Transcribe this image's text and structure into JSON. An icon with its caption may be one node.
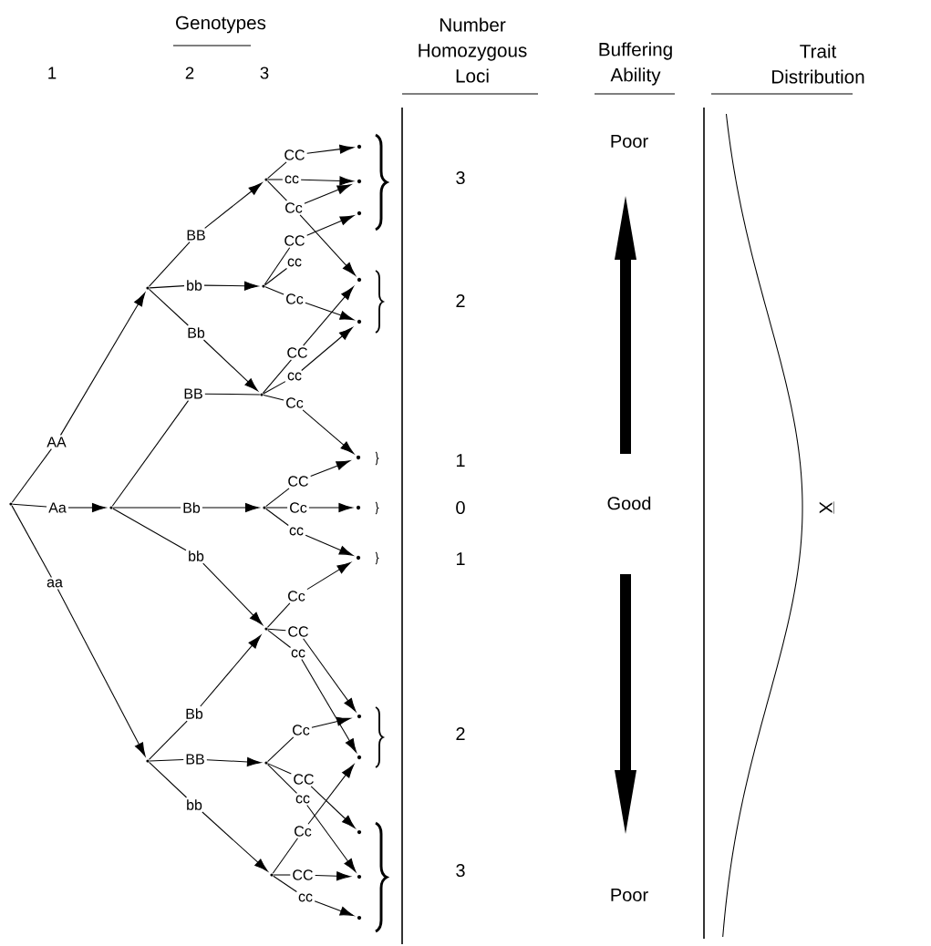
{
  "diagram": {
    "nodes": [
      {
        "text": [
          "AA"
        ]
      },
      {
        "text": [
          "Aa"
        ]
      },
      {
        "text": [
          "aa"
        ]
      },
      {
        "text": [
          "BB"
        ]
      },
      {
        "text": [
          "bb"
        ]
      },
      {
        "text": [
          "Bb"
        ]
      },
      {
        "text": [
          "BB"
        ]
      },
      {
        "text": [
          "Bb"
        ]
      },
      {
        "text": [
          "bb"
        ]
      },
      {
        "text": [
          "Bb"
        ]
      },
      {
        "text": [
          "BB"
        ]
      },
      {
        "text": [
          "bb"
        ]
      },
      {
        "text": [
          "CC"
        ]
      },
      {
        "text": [
          "cc"
        ]
      },
      {
        "text": [
          "Cc"
        ]
      },
      {
        "text": [
          "CC"
        ]
      },
      {
        "text": [
          "cc"
        ]
      },
      {
        "text": [
          "Cc"
        ]
      },
      {
        "text": [
          "CC"
        ]
      },
      {
        "text": [
          "cc"
        ]
      },
      {
        "text": [
          "Cc"
        ]
      },
      {
        "text": [
          "CC"
        ]
      },
      {
        "text": [
          "Cc"
        ]
      },
      {
        "text": [
          "cc"
        ]
      },
      {
        "text": [
          "Cc"
        ]
      },
      {
        "text": [
          "CC"
        ]
      },
      {
        "text": [
          "cc"
        ]
      },
      {
        "text": [
          "Cc"
        ]
      },
      {
        "text": [
          "CC"
        ]
      },
      {
        "text": [
          "cc"
        ]
      },
      {
        "text": [
          "Cc"
        ]
      },
      {
        "text": [
          "CC"
        ]
      },
      {
        "text": [
          "cc"
        ]
      },
      {
        "text": [],
        "shape": "dot"
      },
      {
        "text": [],
        "shape": "dot"
      },
      {
        "text": [],
        "shape": "dot"
      },
      {
        "text": [],
        "shape": "dot"
      },
      {
        "text": [],
        "shape": "dot"
      },
      {
        "text": [],
        "shape": "dot"
      },
      {
        "text": [],
        "shape": "dot"
      },
      {
        "text": [],
        "shape": "dot"
      },
      {
        "text": [],
        "shape": "dot"
      },
      {
        "text": [],
        "shape": "dot"
      },
      {
        "text": [],
        "shape": "dot"
      },
      {
        "text": [],
        "shape": "dot"
      },
      {
        "text": [],
        "shape": "dot"
      },
      {
        "text": [],
        "shape": "dot"
      },
      {
        "text": [],
        "shape": "dot"
      },
      {
        "text": [],
        "shape": "dot"
      },
      {
        "text": [],
        "shape": "dot"
      },
      {
        "text": [],
        "shape": "dot"
      },
      {
        "text": [],
        "shape": "dot"
      },
      {
        "text": [],
        "shape": "dot"
      },
      {
        "text": [],
        "shape": "dot"
      },
      {
        "text": [],
        "shape": "dot"
      },
      {
        "text": [],
        "shape": "dot"
      },
      {
        "text": [],
        "shape": "dot"
      }
    ],
    "edges": [
      {
        "from": 46,
        "to": 0,
        "arrow": "none"
      },
      {
        "from": 46,
        "to": 1,
        "arrow": "none"
      },
      {
        "from": 46,
        "to": 2,
        "arrow": "none"
      },
      {
        "from": 0,
        "to": 47,
        "arrow": "to"
      },
      {
        "from": 1,
        "to": 48,
        "arrow": "to"
      },
      {
        "from": 2,
        "to": 49,
        "arrow": "to"
      },
      {
        "from": 47,
        "to": 3,
        "arrow": "none"
      },
      {
        "from": 47,
        "to": 4,
        "arrow": "none"
      },
      {
        "from": 47,
        "to": 5,
        "arrow": "none"
      },
      {
        "from": 48,
        "to": 6,
        "arrow": "none"
      },
      {
        "from": 48,
        "to": 7,
        "arrow": "none"
      },
      {
        "from": 48,
        "to": 8,
        "arrow": "none"
      },
      {
        "from": 49,
        "to": 9,
        "arrow": "none"
      },
      {
        "from": 49,
        "to": 10,
        "arrow": "none"
      },
      {
        "from": 49,
        "to": 11,
        "arrow": "none"
      },
      {
        "from": 3,
        "to": 50,
        "arrow": "to"
      },
      {
        "from": 4,
        "to": 51,
        "arrow": "to"
      },
      {
        "from": 5,
        "to": 52,
        "arrow": "to"
      },
      {
        "from": 6,
        "to": 52,
        "arrow": "none"
      },
      {
        "from": 7,
        "to": 53,
        "arrow": "to"
      },
      {
        "from": 8,
        "to": 54,
        "arrow": "to"
      },
      {
        "from": 9,
        "to": 54,
        "arrow": "to"
      },
      {
        "from": 10,
        "to": 55,
        "arrow": "to"
      },
      {
        "from": 11,
        "to": 56,
        "arrow": "to"
      },
      {
        "from": 50,
        "to": 12,
        "arrow": "none"
      },
      {
        "from": 50,
        "to": 13,
        "arrow": "none"
      },
      {
        "from": 50,
        "to": 14,
        "arrow": "none"
      },
      {
        "from": 51,
        "to": 15,
        "arrow": "none"
      },
      {
        "from": 51,
        "to": 16,
        "arrow": "none"
      },
      {
        "from": 51,
        "to": 17,
        "arrow": "none"
      },
      {
        "from": 52,
        "to": 18,
        "arrow": "none"
      },
      {
        "from": 52,
        "to": 19,
        "arrow": "none"
      },
      {
        "from": 52,
        "to": 20,
        "arrow": "none"
      },
      {
        "from": 53,
        "to": 21,
        "arrow": "none"
      },
      {
        "from": 53,
        "to": 22,
        "arrow": "none"
      },
      {
        "from": 53,
        "to": 23,
        "arrow": "none"
      },
      {
        "from": 54,
        "to": 24,
        "arrow": "none"
      },
      {
        "from": 54,
        "to": 25,
        "arrow": "none"
      },
      {
        "from": 54,
        "to": 26,
        "arrow": "none"
      },
      {
        "from": 55,
        "to": 27,
        "arrow": "none"
      },
      {
        "from": 55,
        "to": 28,
        "arrow": "none"
      },
      {
        "from": 55,
        "to": 29,
        "arrow": "none"
      },
      {
        "from": 56,
        "to": 30,
        "arrow": "none"
      },
      {
        "from": 56,
        "to": 31,
        "arrow": "none"
      },
      {
        "from": 56,
        "to": 32,
        "arrow": "none"
      },
      {
        "from": 12,
        "to": 33,
        "arrow": "to"
      },
      {
        "from": 13,
        "to": 34,
        "arrow": "to"
      },
      {
        "from": 14,
        "to": 36,
        "arrow": "to"
      },
      {
        "from": 14,
        "to": 34,
        "arrow": "to"
      },
      {
        "from": 15,
        "to": 35,
        "arrow": "to"
      },
      {
        "from": 17,
        "to": 37,
        "arrow": "to"
      },
      {
        "from": 18,
        "to": 36,
        "arrow": "to"
      },
      {
        "from": 19,
        "to": 37,
        "arrow": "to"
      },
      {
        "from": 20,
        "to": 38,
        "arrow": "to"
      },
      {
        "from": 21,
        "to": 38,
        "arrow": "to"
      },
      {
        "from": 22,
        "to": 39,
        "arrow": "to"
      },
      {
        "from": 23,
        "to": 40,
        "arrow": "to"
      },
      {
        "from": 24,
        "to": 40,
        "arrow": "to"
      },
      {
        "from": 25,
        "to": 41,
        "arrow": "to"
      },
      {
        "from": 26,
        "to": 42,
        "arrow": "to"
      },
      {
        "from": 27,
        "to": 41,
        "arrow": "to"
      },
      {
        "from": 28,
        "to": 43,
        "arrow": "to"
      },
      {
        "from": 29,
        "to": 44,
        "arrow": "to"
      },
      {
        "from": 30,
        "to": 42,
        "arrow": "to"
      },
      {
        "from": 31,
        "to": 44,
        "arrow": "to"
      },
      {
        "from": 32,
        "to": 45,
        "arrow": "to"
      }
    ],
    "labels": [
      "Genotypes",
      "Number Homozygous Loci",
      "Buffering Ability",
      "Trait Distribution",
      "1",
      "2",
      "3",
      "3",
      "2",
      "1",
      "0",
      "1",
      "2",
      "3",
      "Poor",
      "Good",
      "Poor",
      "X"
    ]
  }
}
